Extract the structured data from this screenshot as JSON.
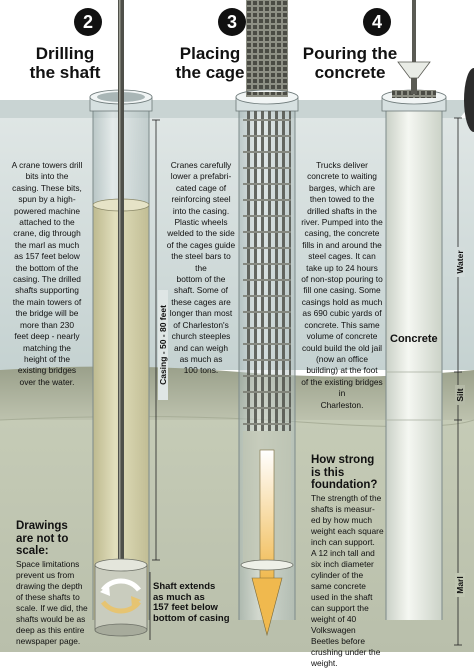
{
  "steps": [
    {
      "number": "2",
      "title": [
        "Drilling",
        "the shaft"
      ],
      "body": [
        "A crane towers drill",
        "bits into the",
        "casing. These bits,",
        "spun by a high-",
        "powered machine",
        "attached to the",
        "crane, dig through",
        "the marl as much",
        "as 157 feet below",
        "the bottom of the",
        "casing. The drilled",
        "shafts supporting",
        "the main towers of",
        "the bridge will be",
        "more than 230",
        "feet deep - nearly",
        "matching the",
        "height of the",
        "existing bridges",
        "over the water."
      ]
    },
    {
      "number": "3",
      "title": [
        "Placing",
        "the cage"
      ],
      "body": [
        "Cranes carefully",
        "lower a prefabri-",
        "cated cage of",
        "reinforcing steel",
        "into the casing.",
        "Plastic wheels",
        "welded to the side",
        "of the cages guide",
        "the steel bars to the",
        "bottom of the",
        "shaft. Some of",
        "these cages are",
        "longer than most",
        "of Charleston's",
        "church steeples",
        "and can weigh",
        "as much as",
        "100 tons."
      ]
    },
    {
      "number": "4",
      "title": [
        "Pouring the",
        "concrete"
      ],
      "body": [
        "Trucks deliver",
        "concrete to waiting",
        "barges, which are",
        "then towed to the",
        "drilled shafts in the",
        "river. Pumped into the",
        "casing, the concrete",
        "fills in and around the",
        "steel cages. It can",
        "take up to 24 hours",
        "of non-stop pouring to",
        "fill one casing. Some",
        "casings hold as much",
        "as 690 cubic yards of",
        "concrete. This same",
        "volume of concrete",
        "could build the old jail",
        "(now an office",
        "building) at the foot",
        "of the existing bridges in",
        "Charleston."
      ]
    }
  ],
  "labels": {
    "casing": "Casing - 50 - 80 feet",
    "concrete": "Concrete",
    "water": "Water",
    "silt": "Silt",
    "marl": "Marl"
  },
  "drawings_note": {
    "heading": [
      "Drawings",
      "are not to",
      "scale:"
    ],
    "body": [
      "Space limitations",
      "prevent us from",
      "drawing the depth",
      "of these shafts to",
      "scale. If we did, the",
      "shafts would be as",
      "deep as this entire",
      "newspaper page."
    ]
  },
  "shaft_note": [
    "Shaft extends",
    "as much as",
    "157 feet below",
    "bottom of casing"
  ],
  "strength": {
    "heading": [
      "How strong",
      "is this",
      "foundation?"
    ],
    "body": [
      "The strength of the",
      "shafts is measur-",
      "ed by how much",
      "weight each square",
      "inch can support.",
      "A 12 inch tall and",
      "six inch diameter",
      "cylinder of the",
      "same concrete",
      "used in the shaft",
      "can support the",
      "weight of 40",
      "Volkswagen",
      "Beetles before",
      "crushing under the",
      "weight."
    ]
  },
  "colors": {
    "water": "#cfdada",
    "silt": "#b4b9a6",
    "marl": "#c3c9b5",
    "casing": "#c2d0d0",
    "concrete": "#e6ebe4",
    "drill_fluid": "#d2cea6",
    "arrow": "#f3c768",
    "steel": "#6b6b63"
  }
}
